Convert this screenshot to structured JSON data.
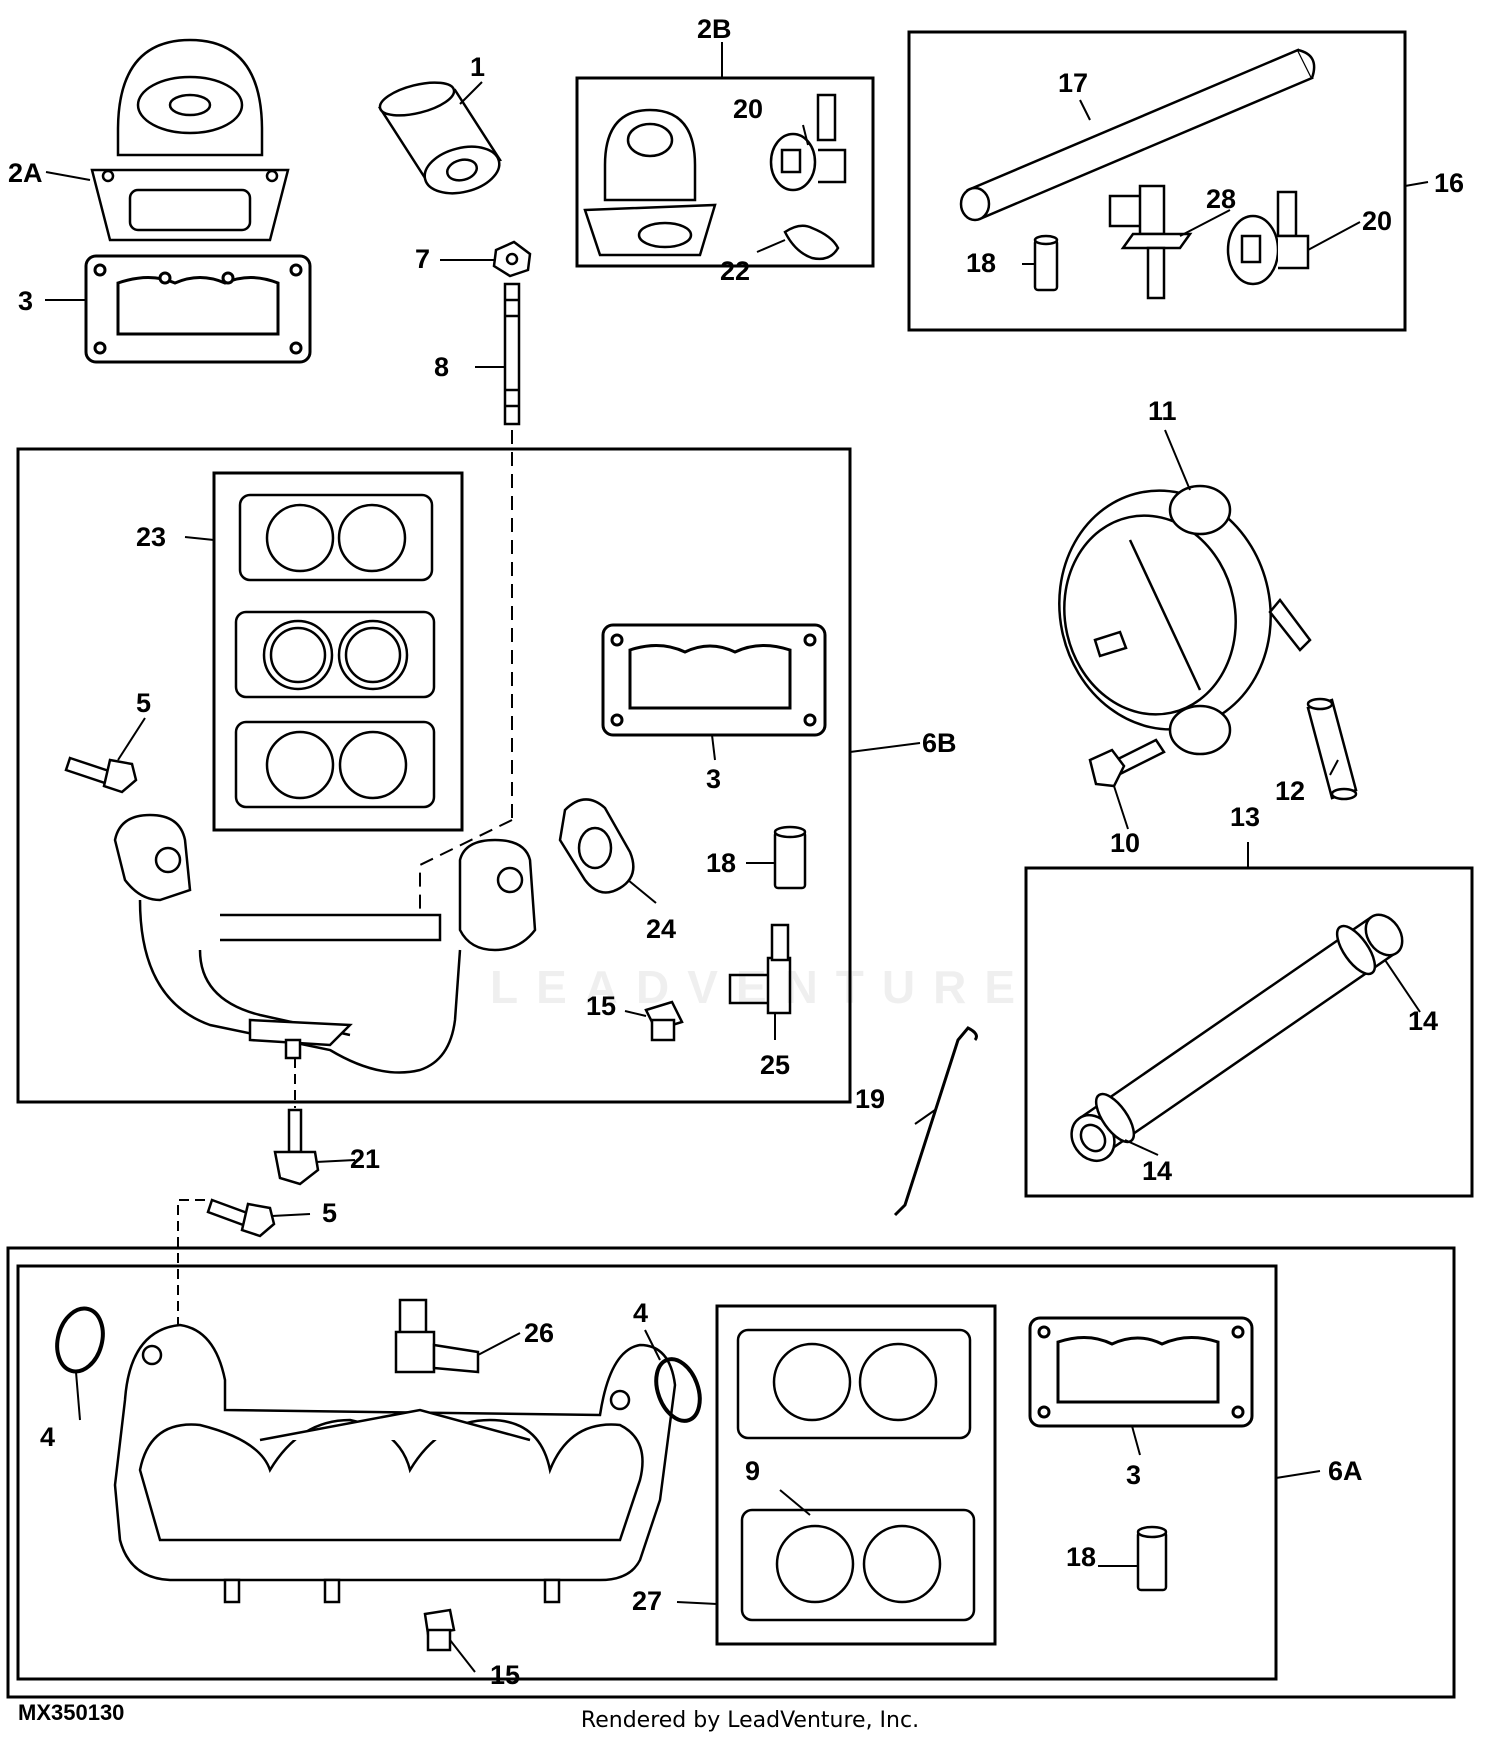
{
  "diagram": {
    "groups": {
      "g16": "16",
      "g6B": "6B",
      "g13": "13",
      "g6A": "6A",
      "g2B": "2B"
    },
    "callouts": [
      {
        "id": "c-1",
        "text": "1"
      },
      {
        "id": "c-2A",
        "text": "2A"
      },
      {
        "id": "c-2B",
        "text": "2B"
      },
      {
        "id": "c-3a",
        "text": "3"
      },
      {
        "id": "c-3b",
        "text": "3"
      },
      {
        "id": "c-3c",
        "text": "3"
      },
      {
        "id": "c-4a",
        "text": "4"
      },
      {
        "id": "c-4b",
        "text": "4"
      },
      {
        "id": "c-5a",
        "text": "5"
      },
      {
        "id": "c-5b",
        "text": "5"
      },
      {
        "id": "c-6A",
        "text": "6A"
      },
      {
        "id": "c-6B",
        "text": "6B"
      },
      {
        "id": "c-7",
        "text": "7"
      },
      {
        "id": "c-8",
        "text": "8"
      },
      {
        "id": "c-9",
        "text": "9"
      },
      {
        "id": "c-10",
        "text": "10"
      },
      {
        "id": "c-11",
        "text": "11"
      },
      {
        "id": "c-12",
        "text": "12"
      },
      {
        "id": "c-13",
        "text": "13"
      },
      {
        "id": "c-14a",
        "text": "14"
      },
      {
        "id": "c-14b",
        "text": "14"
      },
      {
        "id": "c-15a",
        "text": "15"
      },
      {
        "id": "c-15b",
        "text": "15"
      },
      {
        "id": "c-16",
        "text": "16"
      },
      {
        "id": "c-17",
        "text": "17"
      },
      {
        "id": "c-18a",
        "text": "18"
      },
      {
        "id": "c-18b",
        "text": "18"
      },
      {
        "id": "c-18c",
        "text": "18"
      },
      {
        "id": "c-19",
        "text": "19"
      },
      {
        "id": "c-20a",
        "text": "20"
      },
      {
        "id": "c-20b",
        "text": "20"
      },
      {
        "id": "c-21",
        "text": "21"
      },
      {
        "id": "c-22",
        "text": "22"
      },
      {
        "id": "c-23",
        "text": "23"
      },
      {
        "id": "c-24",
        "text": "24"
      },
      {
        "id": "c-25",
        "text": "25"
      },
      {
        "id": "c-26",
        "text": "26"
      },
      {
        "id": "c-27",
        "text": "27"
      },
      {
        "id": "c-28",
        "text": "28"
      }
    ]
  },
  "footer": {
    "figure_id": "MX350130",
    "credit": "Rendered by LeadVenture, Inc."
  },
  "watermark": "LEADVENTURE",
  "colors": {
    "line": "#000000",
    "background": "#ffffff",
    "shade": "#d9d9d9"
  }
}
